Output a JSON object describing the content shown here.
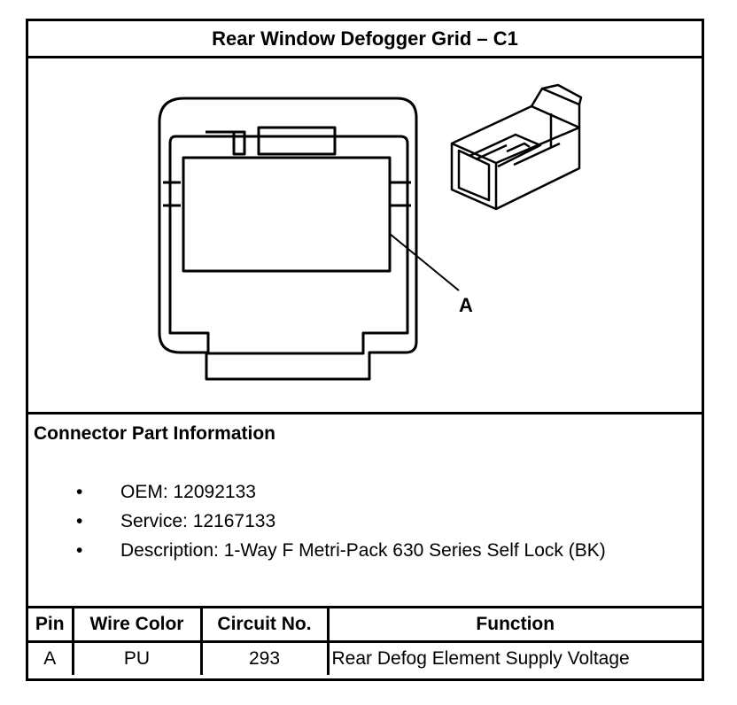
{
  "title": "Rear Window Defogger Grid – C1",
  "callout": "A",
  "connector_info": {
    "heading": "Connector Part Information",
    "items": [
      "OEM: 12092133",
      "Service: 12167133",
      "Description: 1-Way F Metri-Pack 630 Series Self Lock (BK)"
    ]
  },
  "pin_table": {
    "headers": [
      "Pin",
      "Wire Color",
      "Circuit No.",
      "Function"
    ],
    "rows": [
      [
        "A",
        "PU",
        "293",
        "Rear Defog Element Supply Voltage"
      ]
    ]
  }
}
